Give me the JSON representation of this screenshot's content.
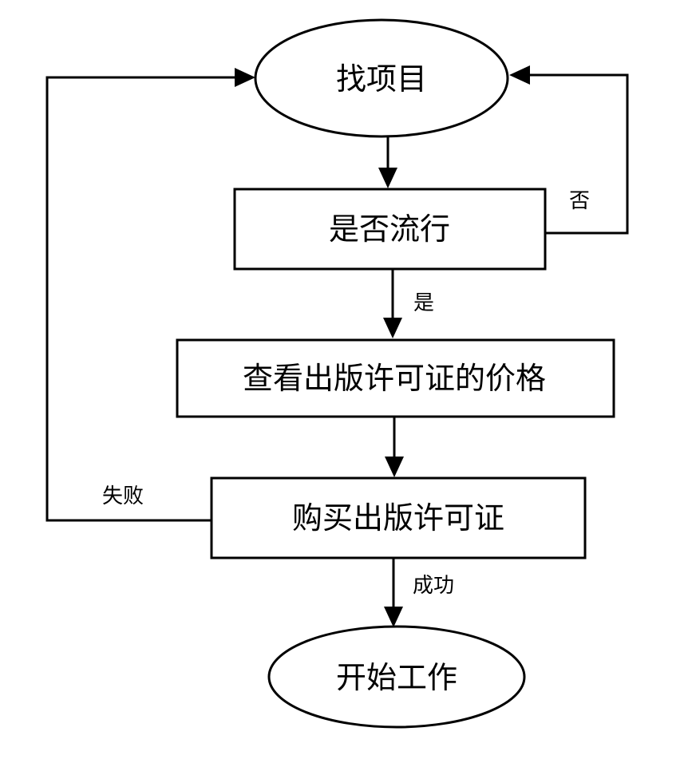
{
  "nodes": {
    "start": {
      "label": "找项目"
    },
    "popular": {
      "label": "是否流行"
    },
    "price": {
      "label": "查看出版许可证的价格"
    },
    "buy": {
      "label": "购买出版许可证"
    },
    "end": {
      "label": "开始工作"
    }
  },
  "edges": {
    "yes": {
      "label": "是"
    },
    "no": {
      "label": "否"
    },
    "fail": {
      "label": "失败"
    },
    "success": {
      "label": "成功"
    }
  },
  "colors": {
    "stroke": "#000000",
    "fill": "#ffffff"
  }
}
